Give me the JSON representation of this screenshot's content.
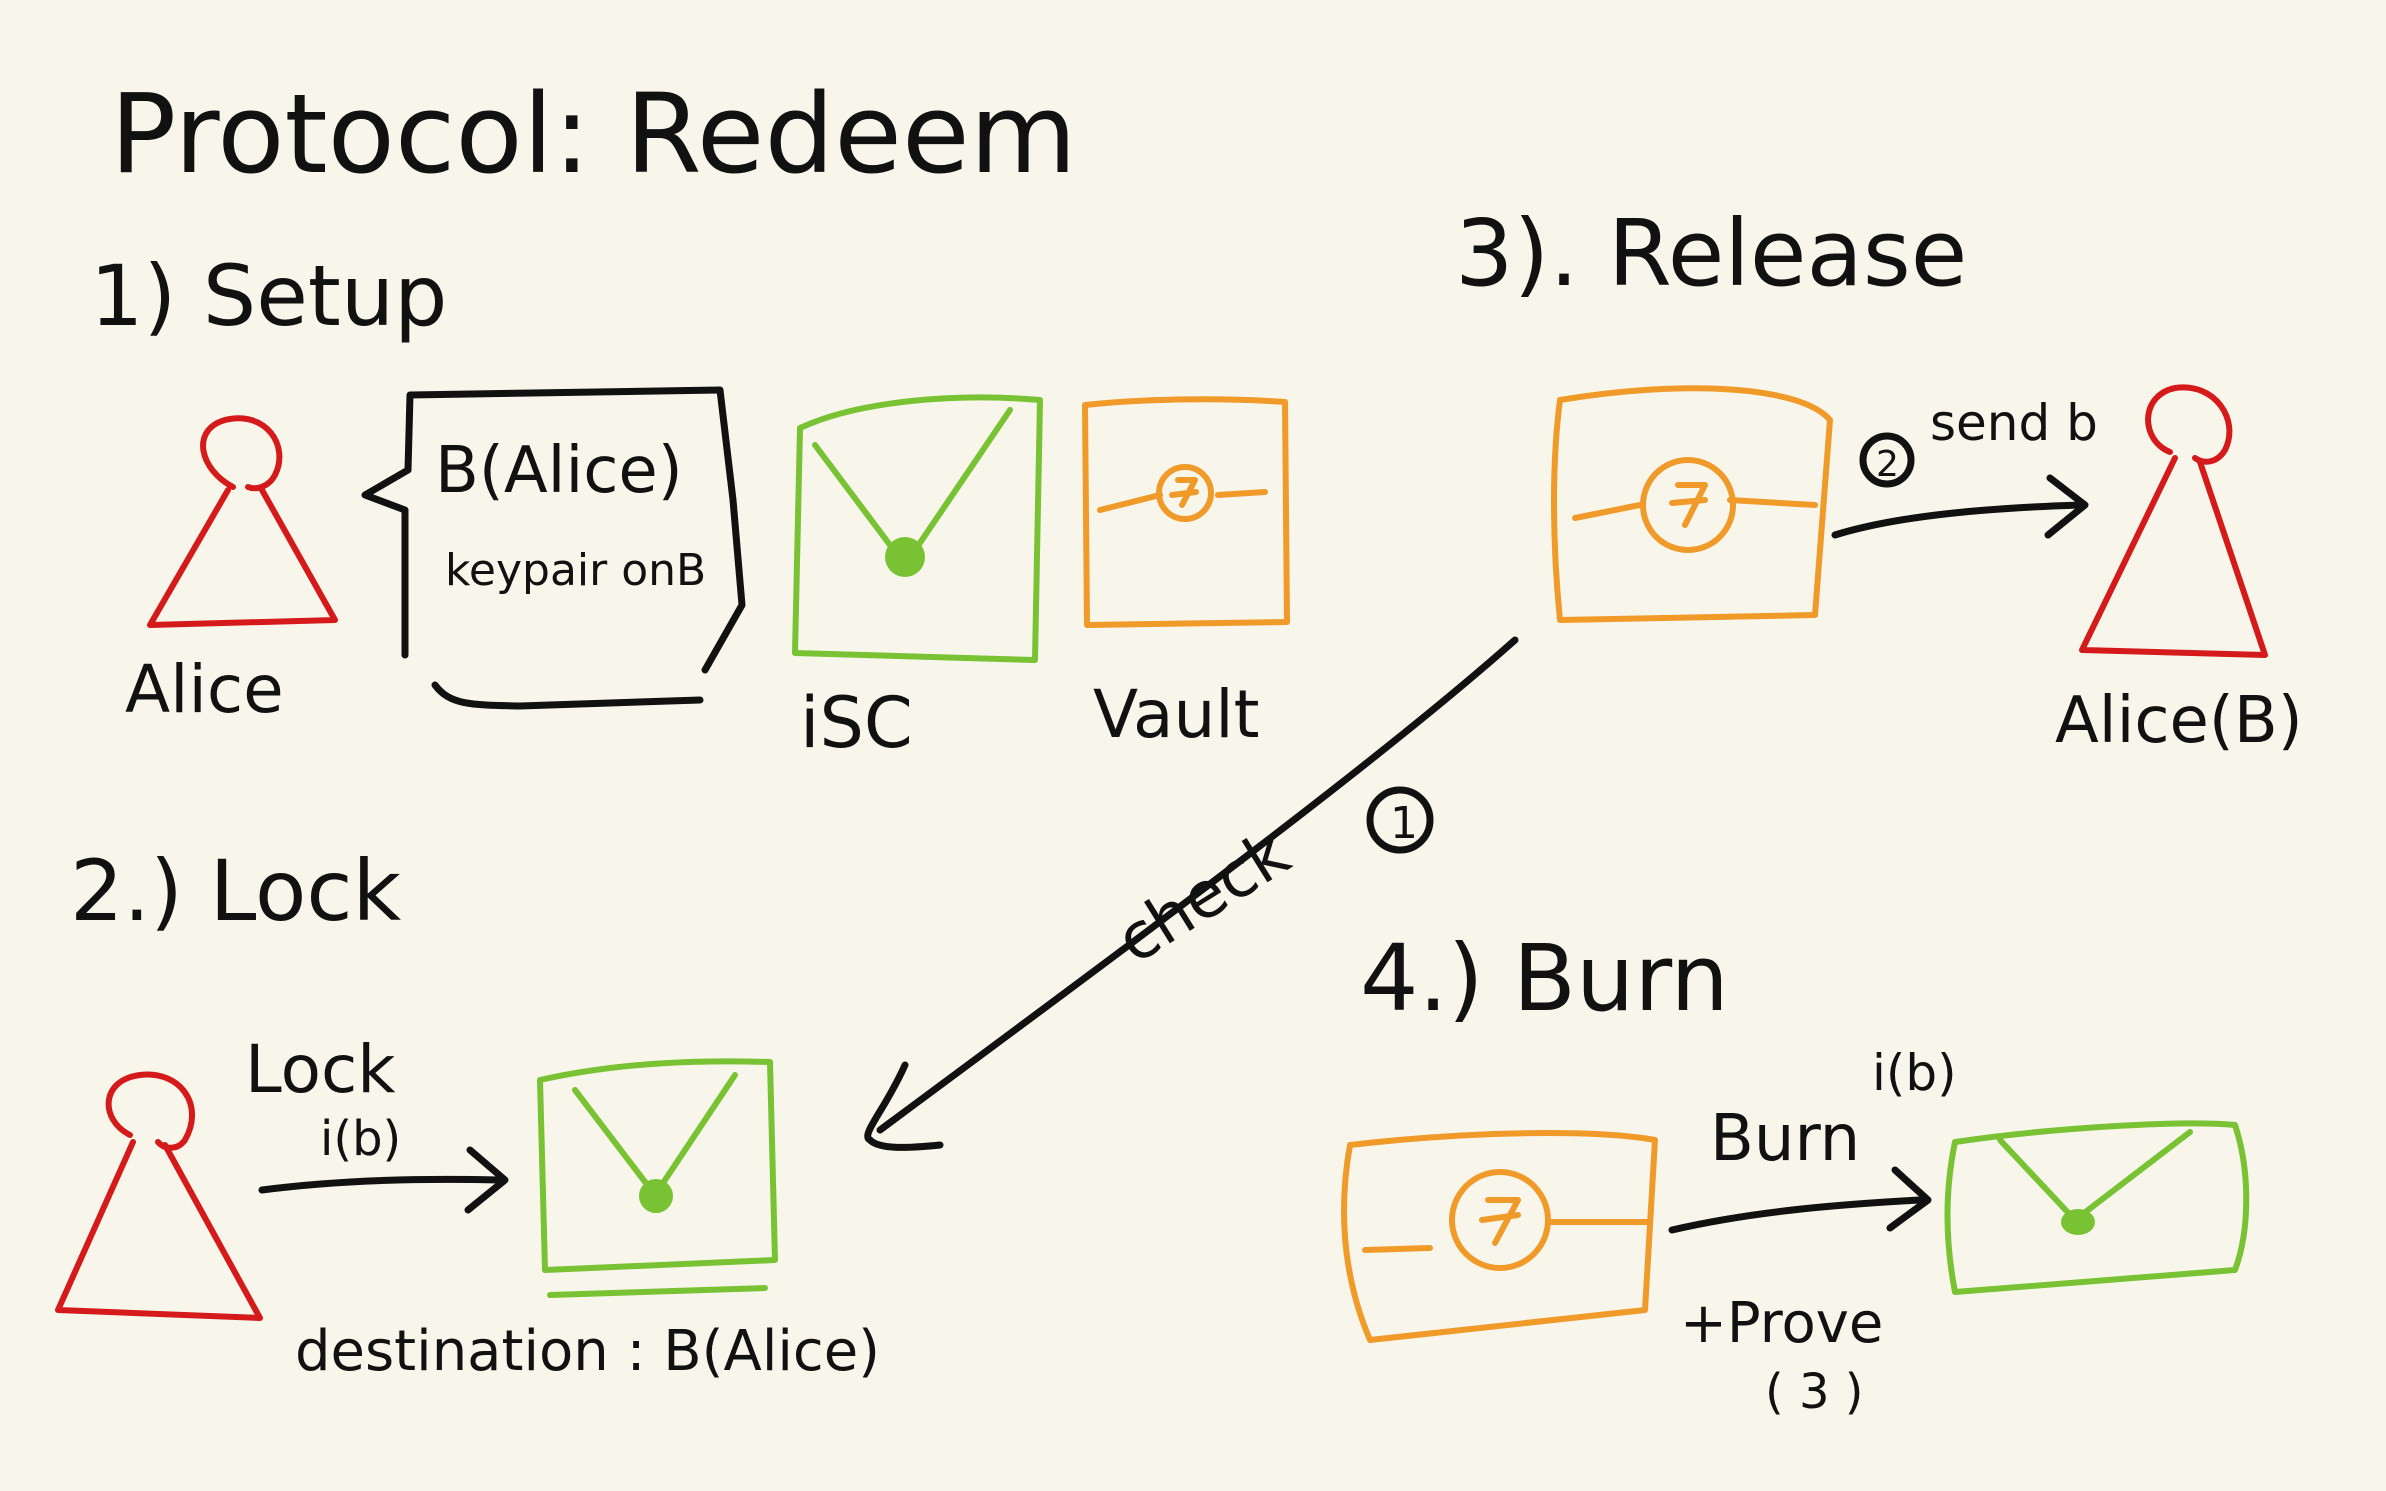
{
  "title": "Protocol: Redeem",
  "sections": {
    "setup": "1) Setup",
    "lock": "2.) Lock",
    "release": "3). Release",
    "burn": "4.) Burn"
  },
  "setup": {
    "alice_label": "Alice",
    "speech_title": "B(Alice)",
    "speech_body": "keypair onB",
    "isc_label": "iSC",
    "vault_label": "Vault"
  },
  "lock": {
    "arrow_label": "Lock",
    "arrow_sublabel": "i(b)",
    "destination": "destination : B(Alice)"
  },
  "release": {
    "step2": "2",
    "send_label": "send b",
    "alice_b_label": "Alice(B)",
    "check_label": "check",
    "step1": "1"
  },
  "burn": {
    "arrow_label": "Burn",
    "top_label": "i(b)",
    "prove_label": "+Prove",
    "prove_ref": "( 3 )"
  },
  "colors": {
    "ink": "#111111",
    "user": "#d41a1a",
    "contract": "#78c234",
    "vault": "#f09a2a",
    "background": "#f8f6ea"
  }
}
